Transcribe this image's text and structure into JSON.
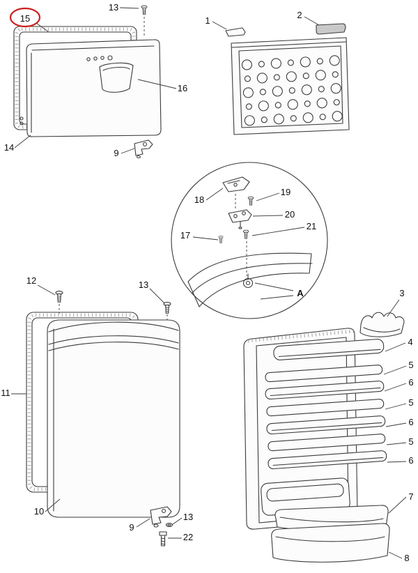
{
  "diagram": {
    "subject": "Refrigerator door exploded parts diagram",
    "colors": {
      "line": "#3a3a3a",
      "highlight": "#cc1f1f",
      "fill_light": "#fcfcfc"
    },
    "labels": {
      "p1": "1",
      "p2": "2",
      "p3": "3",
      "p4": "4",
      "p5a": "5",
      "p5b": "5",
      "p5c": "5",
      "p6a": "6",
      "p6b": "6",
      "p6c": "6",
      "p7": "7",
      "p8": "8",
      "p9a": "9",
      "p9b": "9",
      "p10": "10",
      "p11": "11",
      "p12": "12",
      "p13a": "13",
      "p13b": "13",
      "p13c": "13",
      "p14": "14",
      "p15": "15",
      "p16": "16",
      "p17": "17",
      "p18": "18",
      "p19": "19",
      "p20": "20",
      "p21": "21",
      "p22": "22",
      "pA": "A"
    }
  }
}
